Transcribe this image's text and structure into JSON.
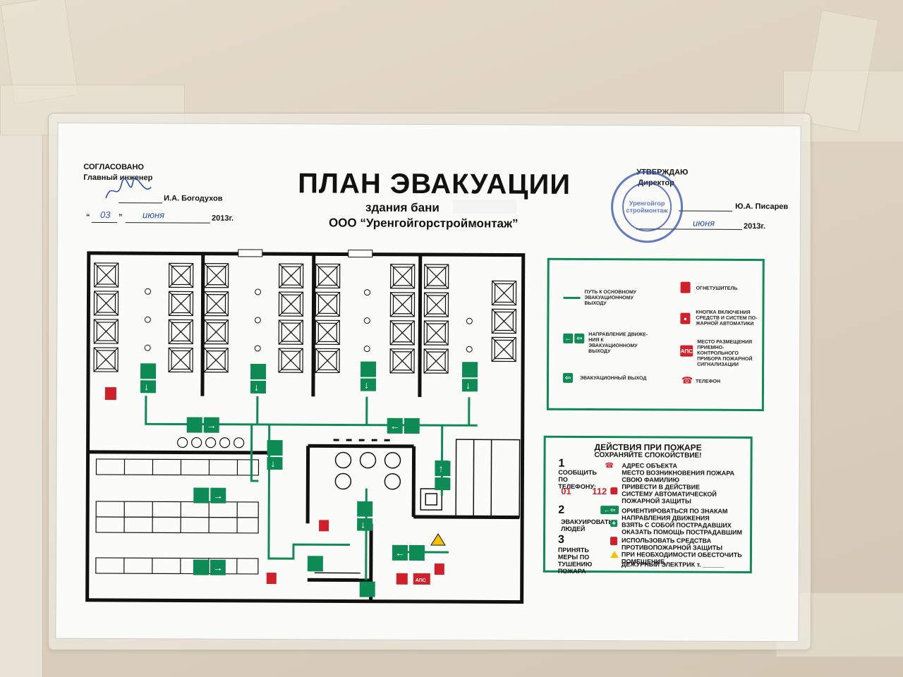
{
  "header": {
    "approved_left": "СОГЛАСОВАНО",
    "approved_left_role": "Главный инженер",
    "approved_left_name": "И.А. Богодухов",
    "approved_left_day": "03",
    "approved_left_month": "июня",
    "approved_left_year": "2013г.",
    "approved_right": "УТВЕРЖДАЮ",
    "approved_right_role": "Директор",
    "approved_right_name": "Ю.А. Писарев",
    "approved_right_month": "июня",
    "approved_right_year": "2013г.",
    "title": "ПЛАН ЭВАКУАЦИИ",
    "subtitle1": "здания бани",
    "subtitle2": "ООО “Уренгойгорстроймонтаж”"
  },
  "stamp": {
    "text": "Уренгойгор строймонтаж"
  },
  "legend": {
    "items": [
      {
        "icon": "green-line",
        "label": "ПУТЬ К ОСНОВНОМУ ЭВАКУАЦИОННОМУ ВЫХОДУ"
      },
      {
        "icon": "arrow-exit-sign-icon",
        "label": "НАПРАВЛЕНИЕ ДВИЖЕ- НИЯ К ЭВАКУАЦИОННОМУ ВЫХОДУ"
      },
      {
        "icon": "exit-sign-icon",
        "label": "ЭВАКУАЦИОННЫЙ ВЫХОД"
      },
      {
        "icon": "fire-extinguisher-icon",
        "label": "ОГНЕТУШИТЕЛЬ"
      },
      {
        "icon": "fire-alarm-button-icon",
        "label": "КНОПКА ВКЛЮЧЕНИЯ СРЕДСТВ И СИСТЕМ ПО- ЖАРНОЙ АВТОМАТИКИ"
      },
      {
        "icon": "aps-icon",
        "label": "МЕСТО РАЗМЕЩЕНИЯ ПРИЕМНО-КОНТРОЛЬНОГО ПРИБОРА ПОЖАРНОЙ СИГНАЛИЗАЦИИ"
      },
      {
        "icon": "phone-icon",
        "label": "ТЕЛЕФОН"
      }
    ],
    "aps_label": "АПС"
  },
  "actions": {
    "title": "ДЕЙСТВИЯ ПРИ ПОЖАРЕ",
    "subtitle": "СОХРАНЯЙТЕ СПОКОЙСТВИЕ!",
    "step1_num": "1",
    "step1_label": "СООБЩИТЬ ПО ТЕЛЕФОНУ:",
    "step1_items": [
      "АДРЕС ОБЪЕКТА",
      "МЕСТО ВОЗНИКНОВЕНИЯ ПОЖАРА",
      "СВОЮ ФАМИЛИЮ",
      "ПРИВЕСТИ В ДЕЙСТВИЕ СИСТЕМУ АВТОМАТИЧЕСКОЙ ПОЖАРНОЙ ЗАЩИТЫ"
    ],
    "phone1": "01",
    "phone2": "112",
    "step2_num": "2",
    "step2_label": "ЭВАКУИРОВАТЬ ЛЮДЕЙ",
    "step2_items": [
      "ОРИЕНТИРОВАТЬСЯ ПО ЗНАКАМ НАПРАВЛЕНИЯ ДВИЖЕНИЯ",
      "ВЗЯТЬ С СОБОЙ ПОСТРАДАВШИХ",
      "ОКАЗАТЬ ПОМОЩЬ ПОСТРАДАВШИМ"
    ],
    "step3_num": "3",
    "step3_label": "ПРИНЯТЬ МЕРЫ ПО ТУШЕНИЮ ПОЖАРА",
    "step3_items": [
      "ИСПОЛЬЗОВАТЬ СРЕДСТВА ПРОТИВОПОЖАРНОЙ ЗАЩИТЫ",
      "ПРИ НЕОБХОДИМОСТИ ОБЕСТОЧИТЬ ПОМЕЩЕНИЕ",
      "ДЕЖУРНЫЙ ЭЛЕКТРИК т. ______"
    ]
  },
  "plan": {
    "aps_label": "АПС"
  },
  "colors": {
    "green": "#0e8a55",
    "red": "#d0212a",
    "stamp_blue": "#2d4fb0"
  }
}
